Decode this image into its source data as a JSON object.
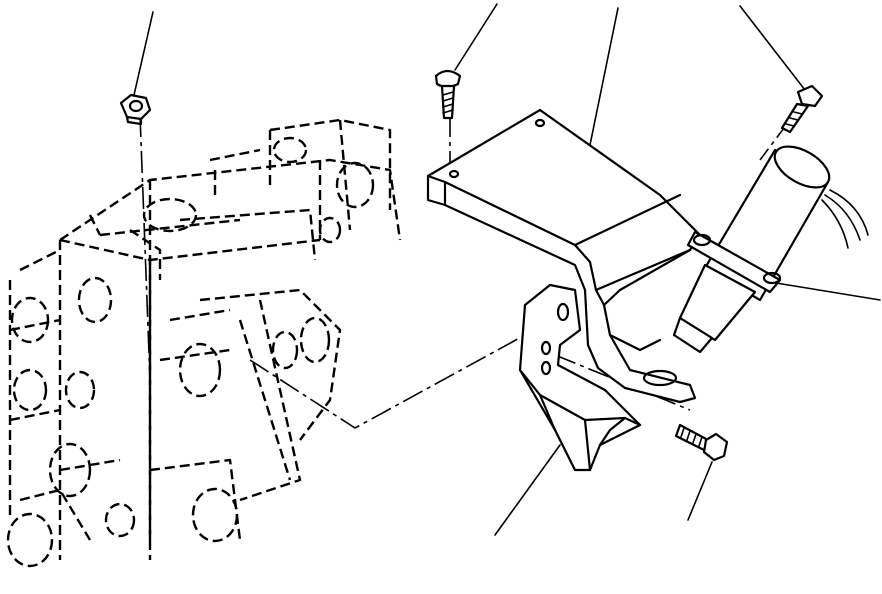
{
  "diagram": {
    "type": "exploded-parts-illustration",
    "colors": {
      "line": "#000000",
      "background": "#ffffff"
    },
    "parts": [
      {
        "id": "nut",
        "callout": true
      },
      {
        "id": "upper-bolt",
        "callout": true
      },
      {
        "id": "upper-bracket",
        "callout": true
      },
      {
        "id": "solenoid-screw",
        "callout": true
      },
      {
        "id": "solenoid",
        "callout": true
      },
      {
        "id": "lower-bracket",
        "callout": true
      },
      {
        "id": "lower-bolt",
        "callout": true
      },
      {
        "id": "control-valve-housing",
        "callout": false
      }
    ]
  }
}
